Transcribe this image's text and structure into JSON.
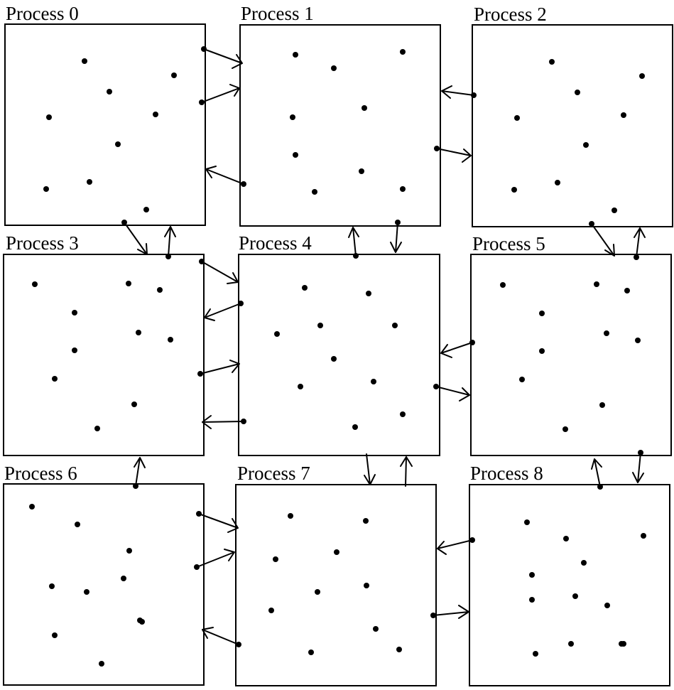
{
  "diagram": {
    "processes": [
      {
        "label": "Process 0"
      },
      {
        "label": "Process 1"
      },
      {
        "label": "Process 2"
      },
      {
        "label": "Process 3"
      },
      {
        "label": "Process 4"
      },
      {
        "label": "Process 5"
      },
      {
        "label": "Process 6"
      },
      {
        "label": "Process 7"
      },
      {
        "label": "Process 8"
      }
    ]
  }
}
